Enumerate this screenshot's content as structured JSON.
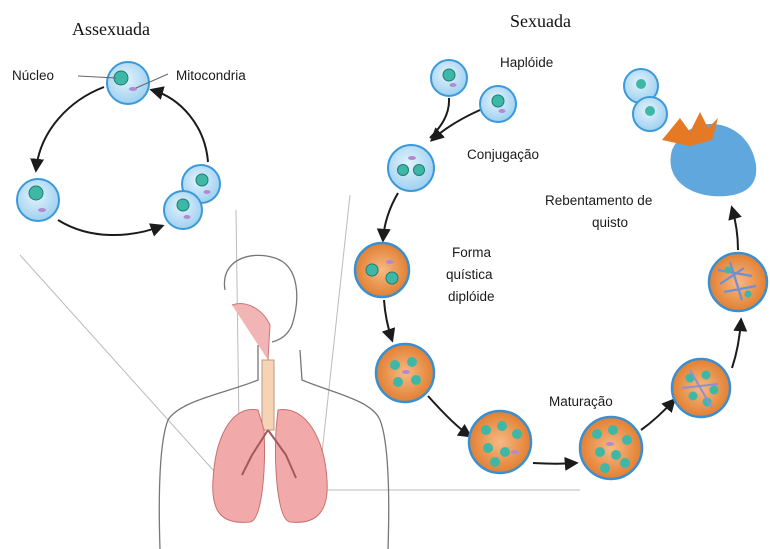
{
  "titles": {
    "asexual": "Assexuada",
    "sexual": "Sexuada"
  },
  "labels": {
    "nucleus": "Núcleo",
    "mitochondria": "Mitocondria",
    "haploid": "Haplóide",
    "conjugation": "Conjugação",
    "cyst_form_1": "Forma",
    "cyst_form_2": "quística",
    "cyst_form_3": "diplóide",
    "maturation": "Maturação",
    "cyst_burst_1": "Rebentamento de",
    "cyst_burst_2": "quisto"
  },
  "colors": {
    "trophozoite_fill": "#a9d6f2",
    "trophozoite_stroke": "#3a9ad9",
    "nucleus": "#3fb7a7",
    "mitochondria": "#b28ad0",
    "cyst_fill": "#e58b3a",
    "cyst_inner": "#f7c79d",
    "cyst_stroke": "#3a8fd0",
    "burst_blue": "#5fa7dd",
    "lung_pink": "#f0a7a7",
    "arrow": "#1b1b1b"
  }
}
